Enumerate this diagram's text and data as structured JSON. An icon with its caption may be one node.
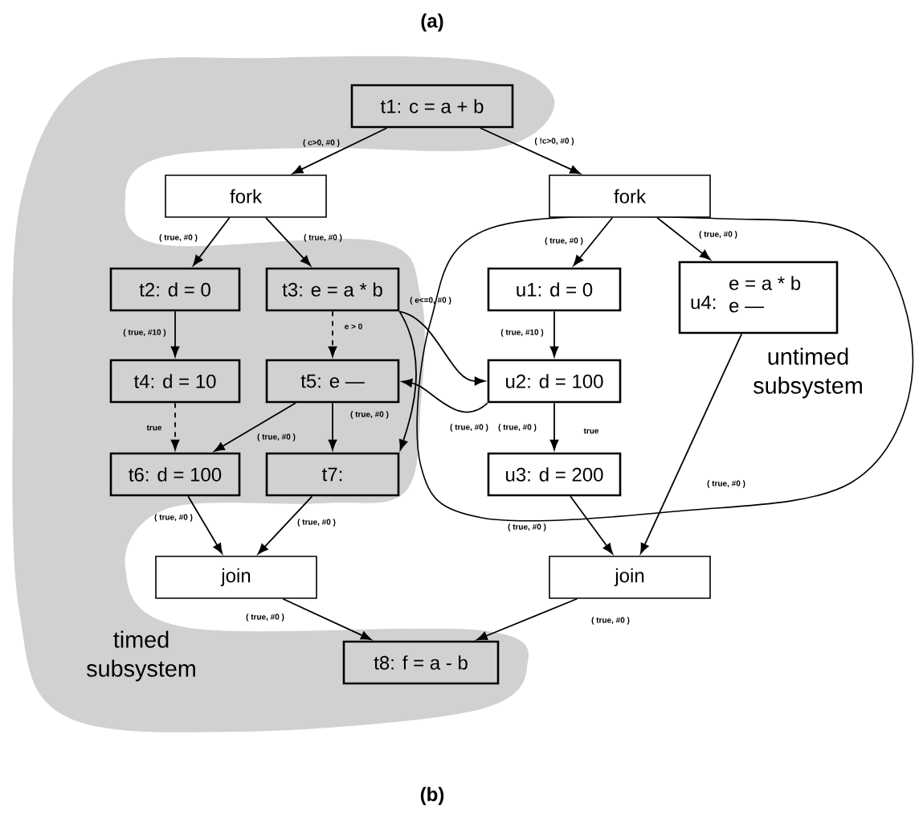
{
  "diagram": {
    "nodes": [
      {
        "text": [
          "timed subsystem"
        ]
      },
      {
        "text": [
          "untimed subsystem"
        ]
      },
      {
        "text": [
          "t1: c = a + b"
        ],
        "in": 0
      },
      {
        "text": [
          "fork"
        ]
      },
      {
        "text": [
          "fork"
        ]
      },
      {
        "text": [
          "t2: d = 0"
        ],
        "in": 0
      },
      {
        "text": [
          "t3: e = a * b"
        ],
        "in": 0
      },
      {
        "text": [
          "u1: d = 0"
        ],
        "in": 1
      },
      {
        "text": [
          "u4:",
          "e = a * b",
          "e —"
        ],
        "in": 1
      },
      {
        "text": [
          "t4: d = 10"
        ],
        "in": 0
      },
      {
        "text": [
          "t5: e —"
        ],
        "in": 0
      },
      {
        "text": [
          "u2: d = 100"
        ],
        "in": 1
      },
      {
        "text": [
          "t6: d = 100"
        ],
        "in": 0
      },
      {
        "text": [
          "t7:"
        ],
        "in": 0
      },
      {
        "text": [
          "u3: d = 200"
        ],
        "in": 1
      },
      {
        "text": [
          "join"
        ]
      },
      {
        "text": [
          "join"
        ]
      },
      {
        "text": [
          "t8: f = a - b"
        ],
        "in": 0
      }
    ],
    "edges": [
      {
        "from": 2,
        "to": 3,
        "arrow": "to",
        "label": "( c>0, #0 )"
      },
      {
        "from": 2,
        "to": 4,
        "arrow": "to",
        "label": "( !c>0, #0 )"
      },
      {
        "from": 3,
        "to": 5,
        "arrow": "to",
        "label": "( true, #0 )"
      },
      {
        "from": 3,
        "to": 6,
        "arrow": "to",
        "label": "( true, #0 )"
      },
      {
        "from": 4,
        "to": 7,
        "arrow": "to",
        "label": "( true, #0 )"
      },
      {
        "from": 4,
        "to": 8,
        "arrow": "to",
        "label": "( true, #0 )"
      },
      {
        "from": 5,
        "to": 9,
        "arrow": "to",
        "label": "( true, #10 )"
      },
      {
        "from": 6,
        "to": 10,
        "arrow": "to",
        "label": "e > 0",
        "style": "dashed"
      },
      {
        "from": 6,
        "to": 13,
        "arrow": "to"
      },
      {
        "from": 6,
        "to": 11,
        "arrow": "to",
        "label": "( e<=0, #0 )"
      },
      {
        "from": 11,
        "to": 10,
        "arrow": "to",
        "label": "( true, #0 )"
      },
      {
        "from": 7,
        "to": 11,
        "arrow": "to",
        "label": "( true, #10 )"
      },
      {
        "from": 9,
        "to": 12,
        "arrow": "to",
        "label": "true",
        "style": "dashed"
      },
      {
        "from": 10,
        "to": 12,
        "arrow": "to",
        "label": "( true, #0 )"
      },
      {
        "from": 10,
        "to": 13,
        "arrow": "to",
        "label": "( true, #0 )"
      },
      {
        "from": 11,
        "to": 14,
        "arrow": "to",
        "label": "( true, #0 )"
      },
      {
        "from": 12,
        "to": 15,
        "arrow": "to",
        "label": "( true, #0 )"
      },
      {
        "from": 13,
        "to": 15,
        "arrow": "to",
        "label": "( true, #0 )"
      },
      {
        "from": 14,
        "to": 16,
        "arrow": "to",
        "label": "( true, #0 )"
      },
      {
        "from": 8,
        "to": 16,
        "arrow": "to",
        "label": "( true, #0 )"
      },
      {
        "from": 15,
        "to": 17,
        "arrow": "to",
        "label": "( true, #0 )"
      },
      {
        "from": 16,
        "to": 17,
        "arrow": "to",
        "label": "( true, #0 )"
      }
    ],
    "labels": [
      "(a)",
      "true",
      "(b)"
    ]
  }
}
